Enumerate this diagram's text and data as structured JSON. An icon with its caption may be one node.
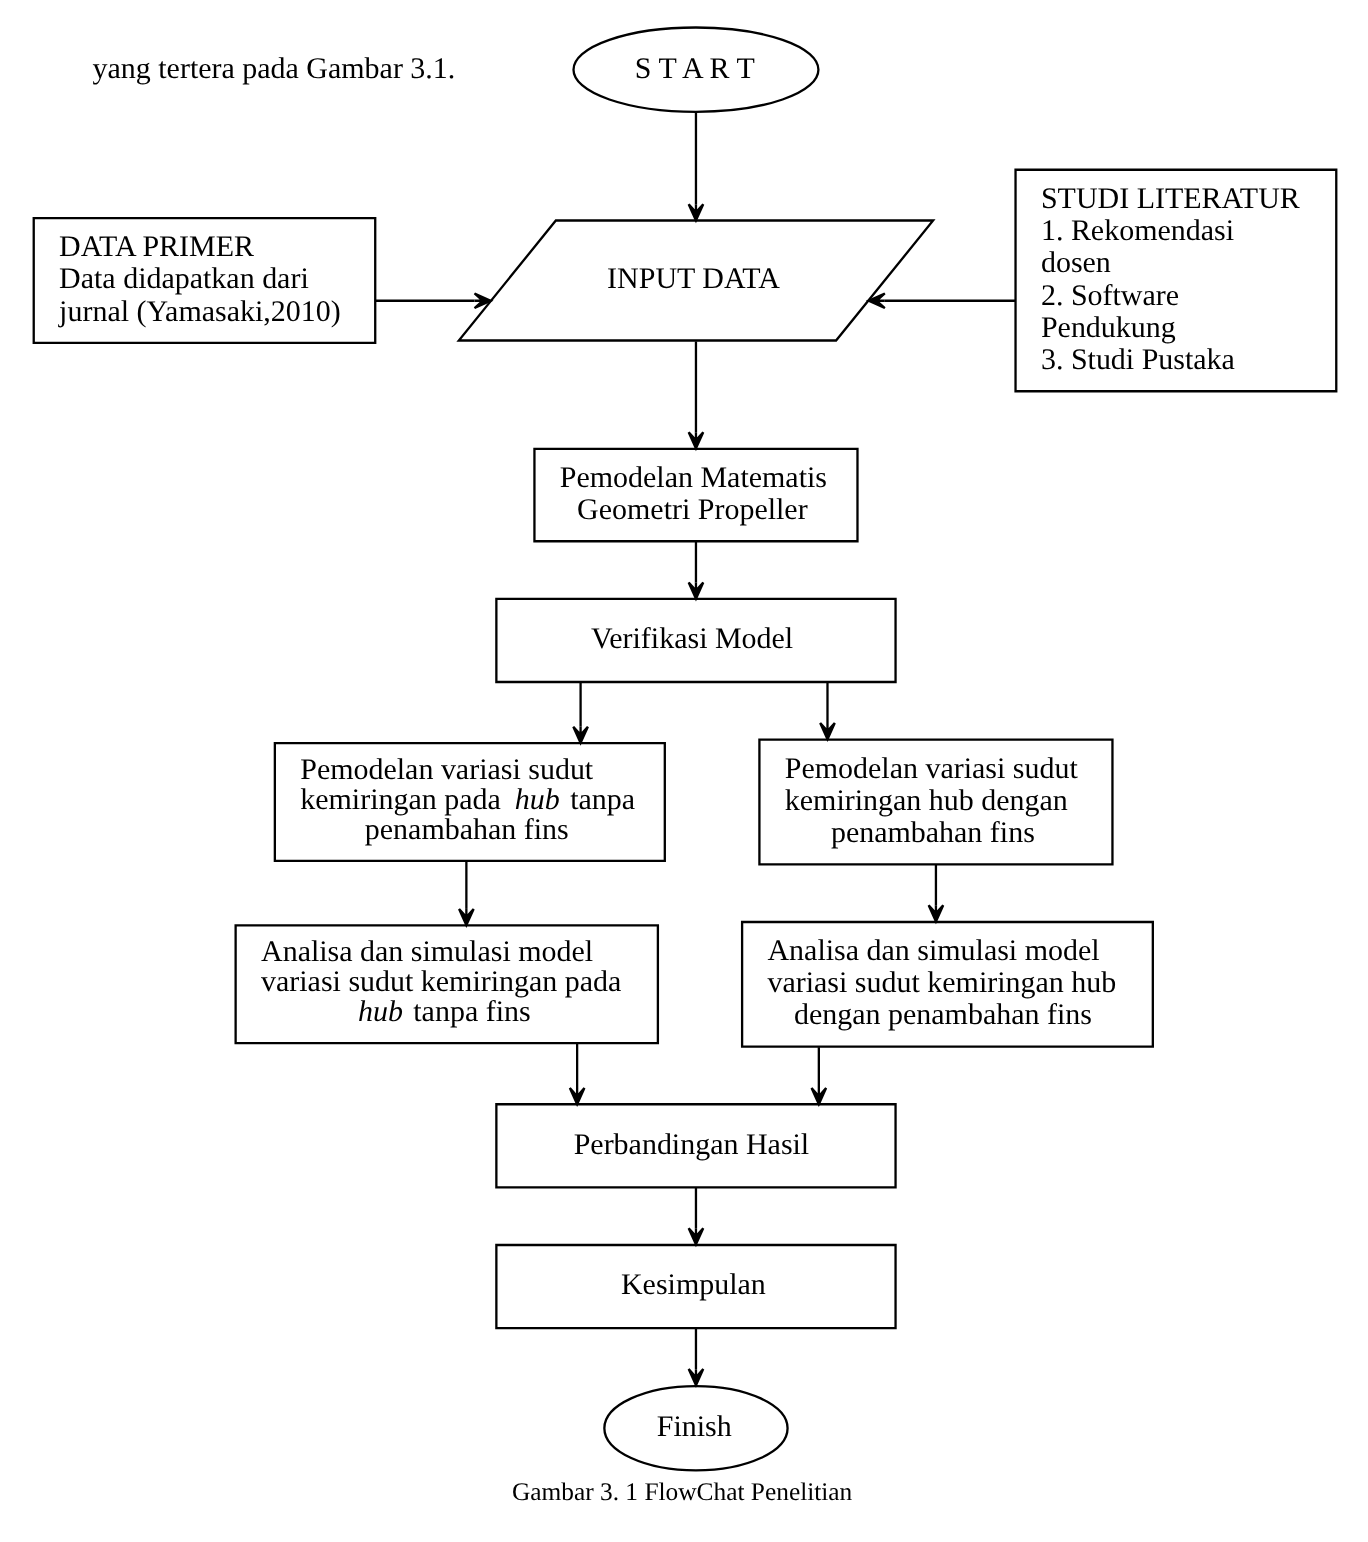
{
  "diagram": {
    "caption": "Gambar 3. 1 FlowChat Penelitian",
    "nodes": [
      {
        "text": [
          "S T A R T"
        ]
      },
      {
        "text": [
          "DATA PRIMER",
          "Data didapatkan dari jurnal (Yamasaki,2010)"
        ]
      },
      {
        "text": [
          "INPUT DATA"
        ]
      },
      {
        "text": [
          "STUDI LITERATUR",
          "1. Rekomendasi dosen",
          "2. Software Pendukung",
          "3. Studi Pustaka"
        ]
      },
      {
        "text": [
          "Pemodelan Matematis Geometri Propeller"
        ]
      },
      {
        "text": [
          "Verifikasi Model"
        ]
      },
      {
        "text": [
          "Pemodelan variasi sudut kemiringan pada *hub* tanpa penambahan fins"
        ]
      },
      {
        "text": [
          "Pemodelan variasi sudut kemiringan hub dengan penambahan fins"
        ]
      },
      {
        "text": [
          "Analisa dan simulasi model variasi sudut kemiringan pada *hub* tanpa fins"
        ]
      },
      {
        "text": [
          "Analisa dan simulasi model variasi sudut kemiringan hub dengan penambahan fins"
        ]
      },
      {
        "text": [
          "Perbandingan Hasil"
        ]
      },
      {
        "text": [
          "Kesimpulan"
        ]
      },
      {
        "text": [
          "Finish"
        ]
      }
    ],
    "edges": [
      {
        "from": 0,
        "to": 2,
        "arrow": "to"
      },
      {
        "from": 1,
        "to": 2,
        "arrow": "to"
      },
      {
        "from": 3,
        "to": 2,
        "arrow": "to"
      },
      {
        "from": 2,
        "to": 4,
        "arrow": "to"
      },
      {
        "from": 4,
        "to": 5,
        "arrow": "to"
      },
      {
        "from": 5,
        "to": 6,
        "arrow": "to"
      },
      {
        "from": 5,
        "to": 7,
        "arrow": "to"
      },
      {
        "from": 6,
        "to": 8,
        "arrow": "to"
      },
      {
        "from": 7,
        "to": 9,
        "arrow": "to"
      },
      {
        "from": 8,
        "to": 10,
        "arrow": "to"
      },
      {
        "from": 9,
        "to": 10,
        "arrow": "to"
      },
      {
        "from": 10,
        "to": 11,
        "arrow": "to"
      },
      {
        "from": 11,
        "to": 12,
        "arrow": "to"
      }
    ],
    "labels": [
      "yang tertera pada Gambar 3.1."
    ]
  }
}
